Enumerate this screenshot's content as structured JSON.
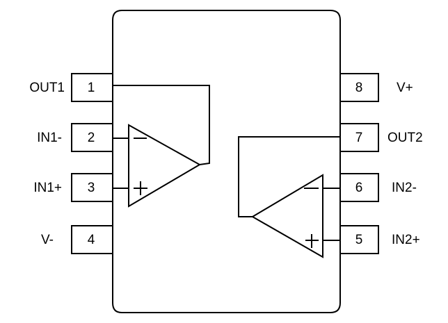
{
  "package": {
    "pins": [
      {
        "number": "1",
        "label": "OUT1"
      },
      {
        "number": "2",
        "label": "IN1-"
      },
      {
        "number": "3",
        "label": "IN1+"
      },
      {
        "number": "4",
        "label": "V-"
      },
      {
        "number": "5",
        "label": "IN2+"
      },
      {
        "number": "6",
        "label": "IN2-"
      },
      {
        "number": "7",
        "label": "OUT2"
      },
      {
        "number": "8",
        "label": "V+"
      }
    ]
  },
  "colors": {
    "stroke": "#000000",
    "background": "#ffffff"
  }
}
